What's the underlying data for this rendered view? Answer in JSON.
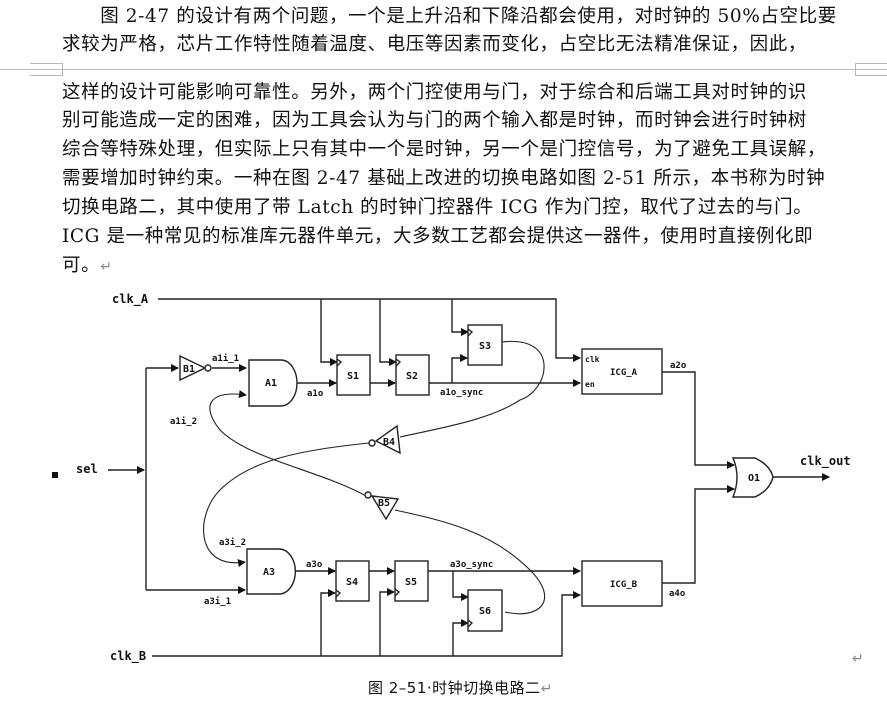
{
  "document": {
    "paragraph_lines": [
      "　　图 2-47 的设计有两个问题，一个是上升沿和下降沿都会使用，对时钟的 50%占空比要",
      "求较为严格，芯片工作特性随着温度、电压等因素而变化，占空比无法精准保证，因此，",
      "这样的设计可能影响可靠性。另外，两个门控使用与门，对于综合和后端工具对时钟的识",
      "别可能造成一定的困难，因为工具会认为与门的两个输入都是时钟，而时钟会进行时钟树",
      "综合等特殊处理，但实际上只有其中一个是时钟，另一个是门控信号，为了避免工具误解，",
      "需要增加时钟约束。一种在图 2-47 基础上改进的切换电路如图 2-51 所示，本书称为时钟",
      "切换电路二，其中使用了带 Latch 的时钟门控器件 ICG 作为门控，取代了过去的与门。",
      "ICG 是一种常见的标准库元器件单元，大多数工艺都会提供这一器件，使用时直接例化即",
      "可。"
    ],
    "paragraph_mark": "↵",
    "caption": "图 2–51·时钟切换电路二",
    "caption_mark": "↵",
    "end_mark": "↵"
  },
  "diagram": {
    "inputs": {
      "clk_a": "clk_A",
      "clk_b": "clk_B",
      "sel": "sel"
    },
    "output": "clk_out",
    "gates": {
      "b1": "B1",
      "b4": "B4",
      "b5": "B5",
      "a1": "A1",
      "a3": "A3",
      "o1": "O1"
    },
    "flops": {
      "s1": "S1",
      "s2": "S2",
      "s3": "S3",
      "s4": "S4",
      "s5": "S5",
      "s6": "S6"
    },
    "icg_a": {
      "name": "ICG_A",
      "pin_clk": "clk",
      "pin_en": "en"
    },
    "icg_b": {
      "name": "ICG_B"
    },
    "nets": {
      "a1i_1": "a1i_1",
      "a1i_2": "a1i_2",
      "a1o": "a1o",
      "a1o_sync": "a1o_sync",
      "a2o": "a2o",
      "a3i_1": "a3i_1",
      "a3i_2": "a3i_2",
      "a3o": "a3o",
      "a3o_sync": "a3o_sync",
      "a4o": "a4o"
    }
  }
}
